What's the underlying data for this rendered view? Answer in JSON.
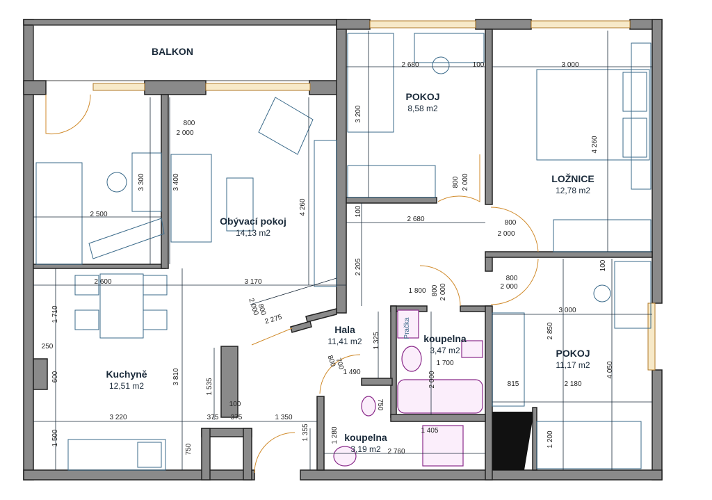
{
  "rooms": {
    "balkon": "BALKON",
    "obyvaci": "Obývací pokoj",
    "obyvaci_area": "14,13 m2",
    "pokoj1": "POKOJ",
    "pokoj1_area": "8,58 m2",
    "loznice": "LOŽNICE",
    "loznice_area": "12,78 m2",
    "kuchyne": "Kuchyně",
    "kuchyne_area": "12,51 m2",
    "hala": "Hala",
    "hala_area": "11,41 m2",
    "koupelna1": "koupelna",
    "koupelna1_area": "3,47 m2",
    "koupelna2": "koupelna",
    "koupelna2_area": "3,19 m2",
    "pokoj2": "POKOJ",
    "pokoj2_area": "11,17 m2",
    "pracka": "Pračka"
  },
  "dims": {
    "d800a": "800",
    "d2000a": "2 000",
    "d3300": "3 300",
    "d3400": "3 400",
    "d2500": "2 500",
    "d4260a": "4 260",
    "d2680a": "2 680",
    "d100a": "100",
    "d3200": "3 200",
    "d3000a": "3 000",
    "d4260b": "4 260",
    "d800b": "800",
    "d2000b": "2 000",
    "d100b": "100",
    "d2680b": "2 680",
    "d800c": "800",
    "d2000c": "2 000",
    "d2600": "2 600",
    "d3170": "3 170",
    "d2205": "2 205",
    "d100c": "100",
    "d800d": "800",
    "d2000d": "2 000",
    "d1800": "1 800",
    "d800e": "800",
    "d2000e": "2 000",
    "d800f": "800",
    "d2000f": "2 000",
    "d3000b": "3 000",
    "d1710": "1 710",
    "d2275": "2 275",
    "d250": "250",
    "d1325": "1 325",
    "d2850": "2 850",
    "d1700": "1 700",
    "d600": "600",
    "d3810": "3 810",
    "d700": "700",
    "d800g": "800",
    "d1490": "1 490",
    "d2000g": "2 000",
    "d815": "815",
    "d2180": "2 180",
    "d4050": "4 050",
    "d1535": "1 535",
    "d100d": "100",
    "d750a": "750",
    "d3220": "3 220",
    "d375a": "375",
    "d375b": "375",
    "d1350": "1 350",
    "d1500": "1 500",
    "d1355": "1 355",
    "d1280": "1 280",
    "d1405": "1 405",
    "d2760": "2 760",
    "d1200": "1 200",
    "d750b": "750"
  },
  "colors": {
    "wall": "#8a8a8a",
    "window": "#f7e9c8",
    "furniture": "#3a6a8a",
    "sanitary": "#8a2a8a",
    "door": "#d08a2a"
  }
}
